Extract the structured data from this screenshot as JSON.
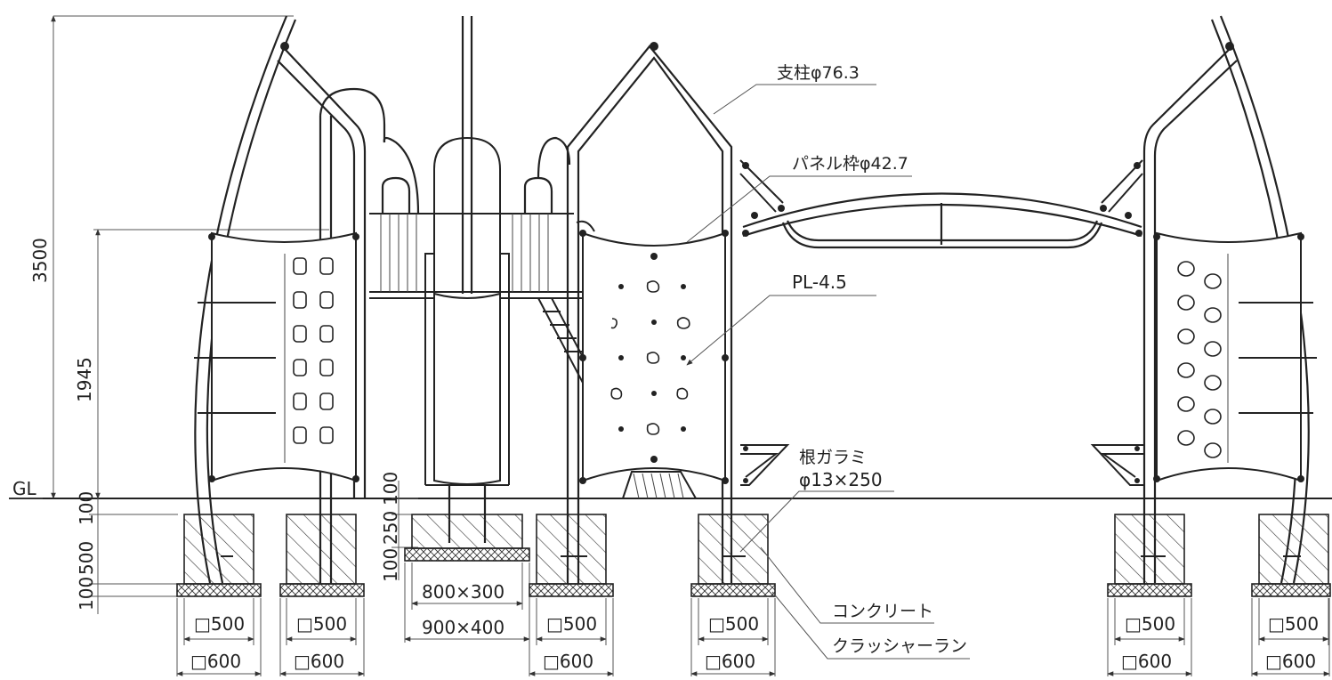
{
  "dimensions": {
    "total_height": "3500",
    "panel_height": "1945",
    "gl": "GL",
    "left_stack": [
      "100",
      "500",
      "100",
      "100"
    ],
    "slide_stack": [
      "100",
      "250",
      "100"
    ]
  },
  "labels": {
    "post": "支柱φ76.3",
    "panel_frame": "パネル枠φ42.7",
    "plate": "PL-4.5",
    "root_anchor_title": "根ガラミ",
    "root_anchor_spec": "φ13×250",
    "concrete": "コンクリート",
    "crusher_run": "クラッシャーラン"
  },
  "footings": {
    "inner": "□500",
    "outer": "□600",
    "slide_inner": "800×300",
    "slide_outer": "900×400"
  }
}
